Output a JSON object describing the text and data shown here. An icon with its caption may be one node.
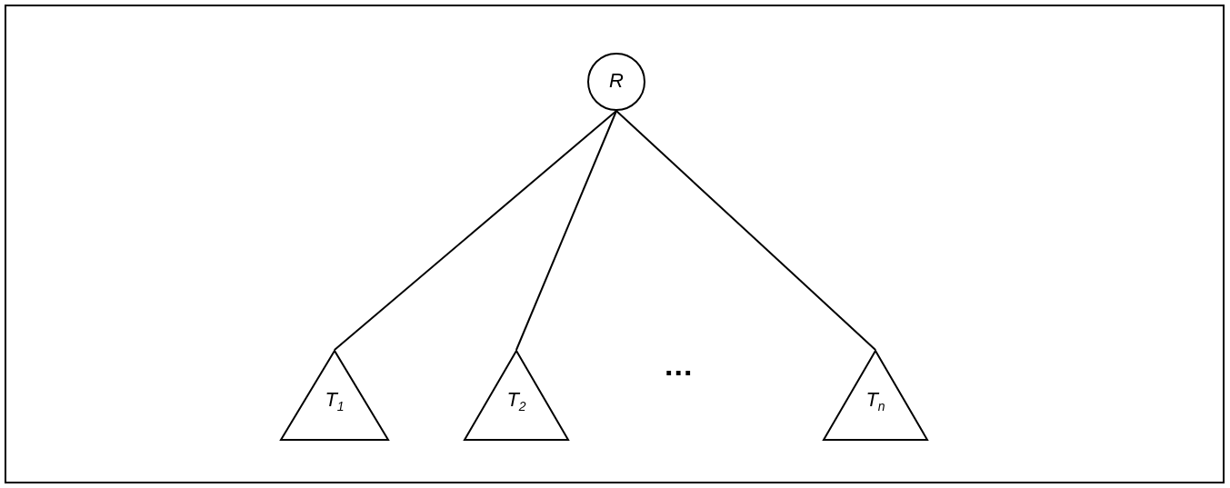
{
  "diagram": {
    "nodes": [
      {
        "text": [
          "R"
        ]
      },
      {
        "text": [
          "T$_{1}$"
        ]
      },
      {
        "text": [
          "T$_{2}$"
        ]
      },
      {
        "text": [
          "T$_{n}$"
        ]
      }
    ],
    "edges": [
      {
        "from": 0,
        "to": 1,
        "arrow": "none"
      },
      {
        "from": 0,
        "to": 2,
        "arrow": "none"
      },
      {
        "from": 0,
        "to": 3,
        "arrow": "none"
      }
    ],
    "labels": [
      "..."
    ]
  }
}
